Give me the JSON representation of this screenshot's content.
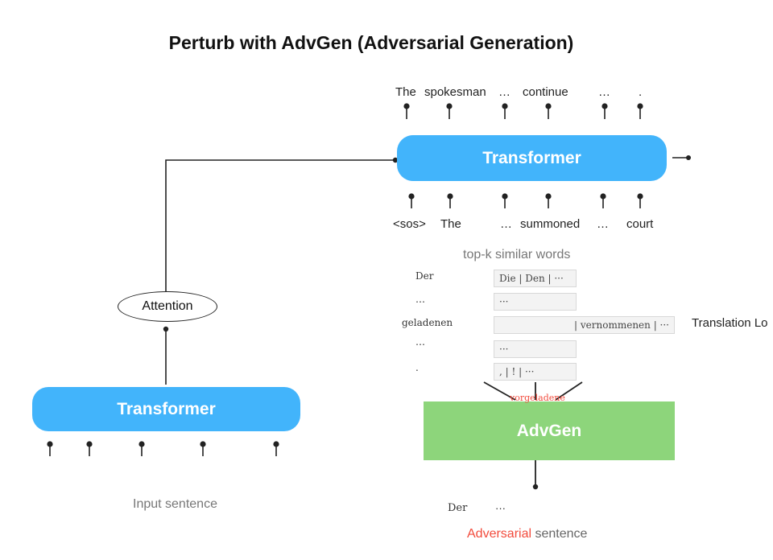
{
  "title": "Perturb with AdvGen (Adversarial Generation)",
  "encoder": {
    "label": "Transformer",
    "caption": "Input sentence"
  },
  "attention": {
    "label": "Attention"
  },
  "decoder": {
    "label": "Transformer",
    "outputs": [
      "The",
      "spokesman",
      "…",
      "continue",
      "…",
      "."
    ],
    "inputs": [
      "<sos>",
      "The",
      "…",
      "summoned",
      "…",
      "court"
    ]
  },
  "candidates": {
    "heading": "top-k similar words",
    "words": [
      "Der",
      "…",
      "geladenen",
      "…",
      "."
    ],
    "lists": [
      "Die | Den | ···",
      "···",
      "| vernommenen | ···",
      "···",
      ",  | ! | ···"
    ]
  },
  "loss_label": "Translation Lo",
  "overlap_label": "vorgeladene",
  "advgen": {
    "label": "AdvGen"
  },
  "adversarial": {
    "tokens": [
      "Der",
      "···"
    ],
    "caption_red": "Adversarial",
    "caption_rest": " sentence"
  },
  "colors": {
    "transformer": "#42b4fb",
    "advgen": "#8dd57b",
    "highlight": "#f24b3c"
  }
}
